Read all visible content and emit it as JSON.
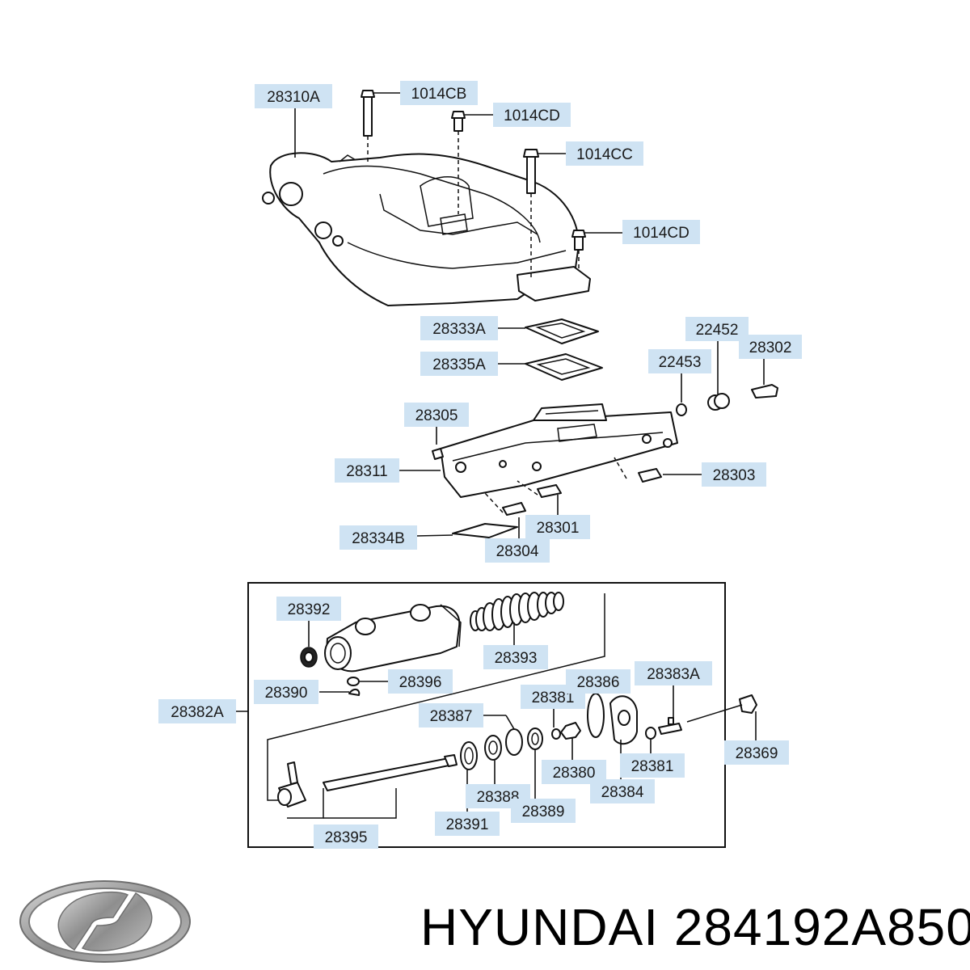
{
  "footer": {
    "brand": "HYUNDAI",
    "part_number": "284192A850"
  },
  "colors": {
    "label_background": "#cfe3f3",
    "line": "#111111",
    "logo": "#9a9a9a"
  },
  "icons": {
    "logo": "hyundai-logo-icon"
  },
  "callouts": [
    "28310A",
    "1014CB",
    "1014CD",
    "1014CC",
    "1014CD",
    "28333A",
    "28335A",
    "22452",
    "22453",
    "28302",
    "28305",
    "28311",
    "28303",
    "28301",
    "28334B",
    "28304",
    "28392",
    "28393",
    "28396",
    "28390",
    "28382A",
    "28381",
    "28386",
    "28383A",
    "28387",
    "28369",
    "28380",
    "28381",
    "28388",
    "28389",
    "28384",
    "28391",
    "28395"
  ]
}
